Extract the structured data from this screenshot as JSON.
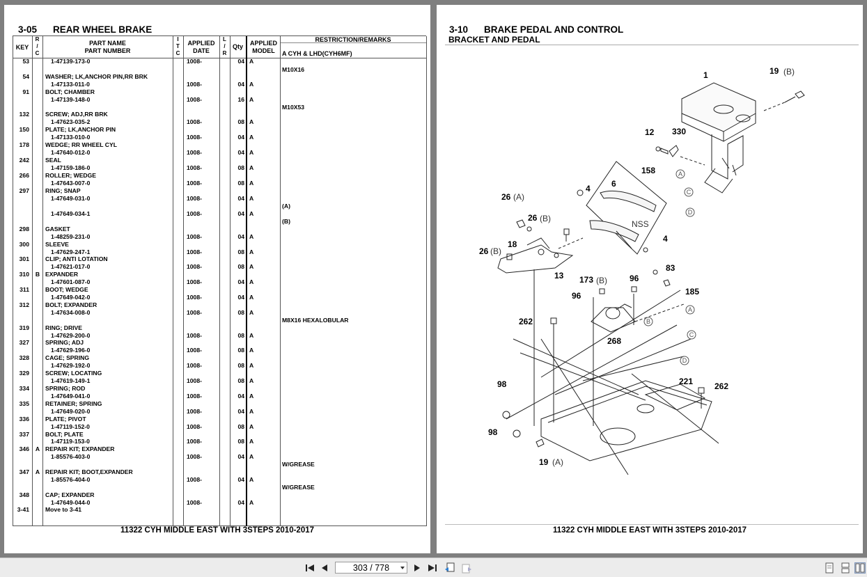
{
  "left_page": {
    "section_num": "3-05",
    "section_title": "REAR WHEEL BRAKE",
    "headers": {
      "key": "KEY",
      "rc": "R\n/\nC",
      "part_name": "PART NAME",
      "part_number": "PART NUMBER",
      "itc": "I\nT\nC",
      "applied_date": "APPLIED\nDATE",
      "lr": "L\n/\nR",
      "qty": "Qty",
      "applied_model": "APPLIED\nMODEL",
      "remarks": "RESTRICTION/REMARKS",
      "remarks_sub": "A CYH & LHD(CYH6MF)"
    },
    "rows": [
      {
        "key": "53",
        "rc": "",
        "name": "",
        "pn": "1-47139-173-0",
        "date": "1008-",
        "qty": "04",
        "model": "A"
      },
      {
        "key": "54",
        "rc": "",
        "name": "WASHER; LK,ANCHOR PIN,RR BRK",
        "pn": "1-47133-011-0",
        "date": "1008-",
        "qty": "04",
        "model": "A"
      },
      {
        "key": "91",
        "rc": "",
        "name": "BOLT; CHAMBER",
        "pn": "1-47139-148-0",
        "date": "1008-",
        "qty": "16",
        "model": "A"
      },
      {
        "key": "132",
        "rc": "",
        "name": "SCREW; ADJ,RR BRK",
        "pn": "1-47623-035-2",
        "date": "1008-",
        "qty": "08",
        "model": "A"
      },
      {
        "key": "150",
        "rc": "",
        "name": "PLATE; LK,ANCHOR PIN",
        "pn": "1-47133-010-0",
        "date": "1008-",
        "qty": "04",
        "model": "A"
      },
      {
        "key": "178",
        "rc": "",
        "name": "WEDGE; RR WHEEL CYL",
        "pn": "1-47640-012-0",
        "date": "1008-",
        "qty": "04",
        "model": "A"
      },
      {
        "key": "242",
        "rc": "",
        "name": "SEAL",
        "pn": "1-47159-186-0",
        "date": "1008-",
        "qty": "08",
        "model": "A"
      },
      {
        "key": "266",
        "rc": "",
        "name": "ROLLER; WEDGE",
        "pn": "1-47643-007-0",
        "date": "1008-",
        "qty": "08",
        "model": "A"
      },
      {
        "key": "297",
        "rc": "",
        "name": "RING; SNAP",
        "pn": "1-47649-031-0",
        "date": "1008-",
        "qty": "04",
        "model": "A"
      },
      {
        "key": "",
        "rc": "",
        "name": "",
        "pn": "1-47649-034-1",
        "date": "1008-",
        "qty": "04",
        "model": "A"
      },
      {
        "key": "298",
        "rc": "",
        "name": "GASKET",
        "pn": "1-48259-231-0",
        "date": "1008-",
        "qty": "04",
        "model": "A"
      },
      {
        "key": "300",
        "rc": "",
        "name": "SLEEVE",
        "pn": "1-47629-247-1",
        "date": "1008-",
        "qty": "08",
        "model": "A"
      },
      {
        "key": "301",
        "rc": "",
        "name": "CLIP; ANTI LOTATION",
        "pn": "1-47621-017-0",
        "date": "1008-",
        "qty": "08",
        "model": "A"
      },
      {
        "key": "310",
        "rc": "B",
        "name": "EXPANDER",
        "pn": "1-47601-087-0",
        "date": "1008-",
        "qty": "04",
        "model": "A"
      },
      {
        "key": "311",
        "rc": "",
        "name": "BOOT; WEDGE",
        "pn": "1-47649-042-0",
        "date": "1008-",
        "qty": "04",
        "model": "A"
      },
      {
        "key": "312",
        "rc": "",
        "name": "BOLT; EXPANDER",
        "pn": "1-47634-008-0",
        "date": "1008-",
        "qty": "08",
        "model": "A"
      },
      {
        "key": "319",
        "rc": "",
        "name": "RING; DRIVE",
        "pn": "1-47629-200-0",
        "date": "1008-",
        "qty": "08",
        "model": "A"
      },
      {
        "key": "327",
        "rc": "",
        "name": "SPRING; ADJ",
        "pn": "1-47629-196-0",
        "date": "1008-",
        "qty": "08",
        "model": "A"
      },
      {
        "key": "328",
        "rc": "",
        "name": "CAGE; SPRING",
        "pn": "1-47629-192-0",
        "date": "1008-",
        "qty": "08",
        "model": "A"
      },
      {
        "key": "329",
        "rc": "",
        "name": "SCREW; LOCATING",
        "pn": "1-47619-149-1",
        "date": "1008-",
        "qty": "08",
        "model": "A"
      },
      {
        "key": "334",
        "rc": "",
        "name": "SPRING; ROD",
        "pn": "1-47649-041-0",
        "date": "1008-",
        "qty": "04",
        "model": "A"
      },
      {
        "key": "335",
        "rc": "",
        "name": "RETAINER; SPRING",
        "pn": "1-47649-020-0",
        "date": "1008-",
        "qty": "04",
        "model": "A"
      },
      {
        "key": "336",
        "rc": "",
        "name": "PLATE; PIVOT",
        "pn": "1-47119-152-0",
        "date": "1008-",
        "qty": "08",
        "model": "A"
      },
      {
        "key": "337",
        "rc": "",
        "name": "BOLT; PLATE",
        "pn": "1-47119-153-0",
        "date": "1008-",
        "qty": "08",
        "model": "A"
      },
      {
        "key": "346",
        "rc": "A",
        "name": "REPAIR KIT; EXPANDER",
        "pn": "1-85576-403-0",
        "date": "1008-",
        "qty": "04",
        "model": "A"
      },
      {
        "key": "347",
        "rc": "A",
        "name": "REPAIR KIT; BOOT,EXPANDER",
        "pn": "1-85576-404-0",
        "date": "1008-",
        "qty": "04",
        "model": "A"
      },
      {
        "key": "348",
        "rc": "",
        "name": "CAP; EXPANDER",
        "pn": "1-47649-044-0",
        "date": "1008-",
        "qty": "04",
        "model": "A"
      },
      {
        "key": "3-41",
        "rc": "",
        "name": "Move to 3-41",
        "pn": "",
        "date": "",
        "qty": "",
        "model": ""
      }
    ],
    "remarks": [
      "M10X16",
      "M10X53",
      "(A)",
      "(B)",
      "M8X16 HEXALOBULAR",
      "W/GREASE",
      "W/GREASE"
    ],
    "footer": "11322 CYH MIDDLE EAST WITH 3STEPS 2010-2017"
  },
  "right_page": {
    "section_num": "3-10",
    "section_title": "BRAKE PEDAL AND CONTROL",
    "subtitle": "BRACKET AND PEDAL",
    "callouts": [
      "1",
      "19",
      "(B)",
      "12",
      "330",
      "158",
      "6",
      "4",
      "26",
      "(A)",
      "26",
      "(B)",
      "NSS",
      "4",
      "18",
      "26",
      "(B)",
      "13",
      "83",
      "173",
      "(B)",
      "96",
      "185",
      "96",
      "262",
      "268",
      "98",
      "221",
      "262",
      "98",
      "19",
      "(A)"
    ],
    "circle_refs": [
      "A",
      "C",
      "D",
      "A",
      "B",
      "C",
      "D"
    ],
    "footer": "11322 CYH MIDDLE EAST WITH 3STEPS 2010-2017"
  },
  "toolbar": {
    "page_indicator": "303 / 778"
  }
}
